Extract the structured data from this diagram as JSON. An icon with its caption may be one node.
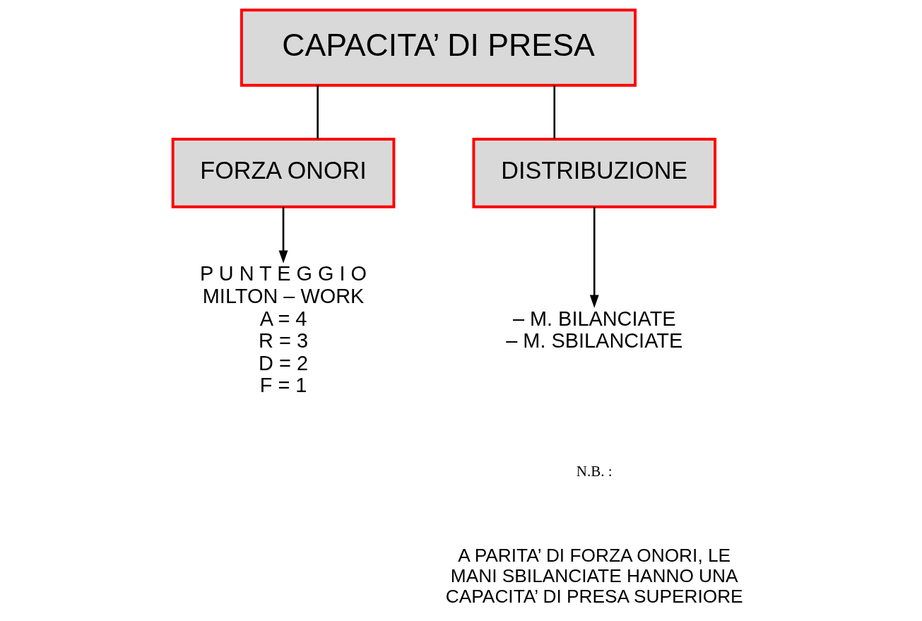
{
  "diagram": {
    "nodes": [
      {
        "text": [
          "CAPACITA’ DI PRESA"
        ]
      },
      {
        "text": [
          "FORZA ONORI"
        ]
      },
      {
        "text": [
          "DISTRIBUZIONE"
        ]
      },
      {
        "text": [
          "P U N T E G G I O",
          "MILTON – WORK",
          "A = 4",
          "R = 3",
          "D = 2",
          "F = 1"
        ]
      },
      {
        "text": [
          "– M. BILANCIATE",
          "– M. SBILANCIATE"
        ]
      }
    ],
    "edges": [
      {
        "from": 0,
        "to": 1,
        "arrow": "none"
      },
      {
        "from": 0,
        "to": 2,
        "arrow": "none"
      },
      {
        "from": 1,
        "to": 3,
        "arrow": "to"
      },
      {
        "from": 2,
        "to": 4,
        "arrow": "to"
      }
    ],
    "labels": [
      "N.B. :",
      "A PARITA’ DI FORZA ONORI, LE MANI SBILANCIATE HANNO UNA CAPACITA’ DI PRESA SUPERIORE"
    ]
  }
}
